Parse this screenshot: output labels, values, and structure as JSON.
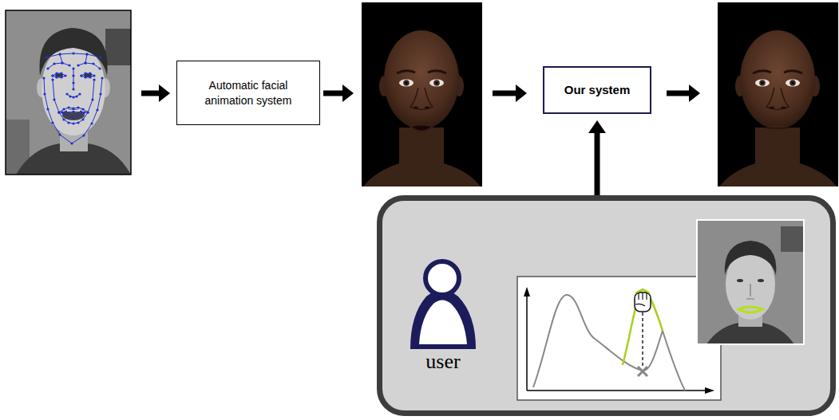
{
  "diagram": {
    "nodes": [
      {
        "text": [
          "Automatic facial animation system"
        ]
      },
      {
        "text": [
          "Our system"
        ]
      },
      {
        "text": [
          "user"
        ]
      }
    ],
    "edges": [
      {
        "from": 2,
        "to": 1,
        "arrow": "to"
      }
    ]
  }
}
